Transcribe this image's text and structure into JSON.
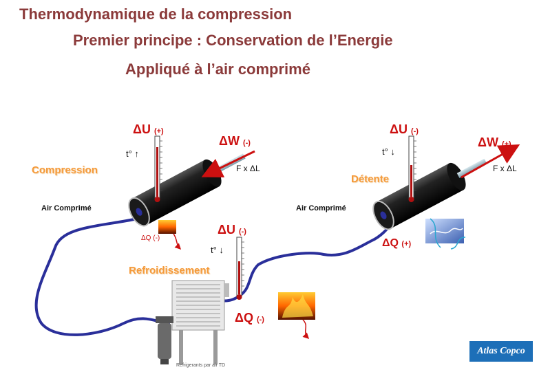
{
  "titles": {
    "line1": "Thermodynamique de la compression",
    "line2": "Premier principe : Conservation de l’Energie",
    "line3": "Appliqué à l’air comprimé"
  },
  "compression": {
    "label": "Compression",
    "du": "ΔU",
    "du_sign": "(+)",
    "temp": "t° ↑",
    "dw": "ΔW",
    "dw_sign": "(-)",
    "force": "F x ΔL",
    "air": "Air Comprimé",
    "dq": "ΔQ (-)"
  },
  "refroidissement": {
    "label": "Refroidissement",
    "du": "ΔU",
    "du_sign": "(-)",
    "temp": "t° ↓",
    "dq": "ΔQ",
    "dq_sign": "(-)",
    "caption": "Refrigerants par air TD"
  },
  "detente": {
    "label": "Détente",
    "du": "ΔU",
    "du_sign": "(-)",
    "temp": "t° ↓",
    "dw": "ΔW",
    "dw_sign": "(+)",
    "force": "F x ΔL",
    "air": "Air Comprimé",
    "dq": "ΔQ",
    "dq_sign": "(+)"
  },
  "logo": "Atlas Copco",
  "colors": {
    "title": "#8b3a3a",
    "orange_label": "#f59a3a",
    "red": "#cc1010",
    "hose": "#2a2f9a"
  }
}
